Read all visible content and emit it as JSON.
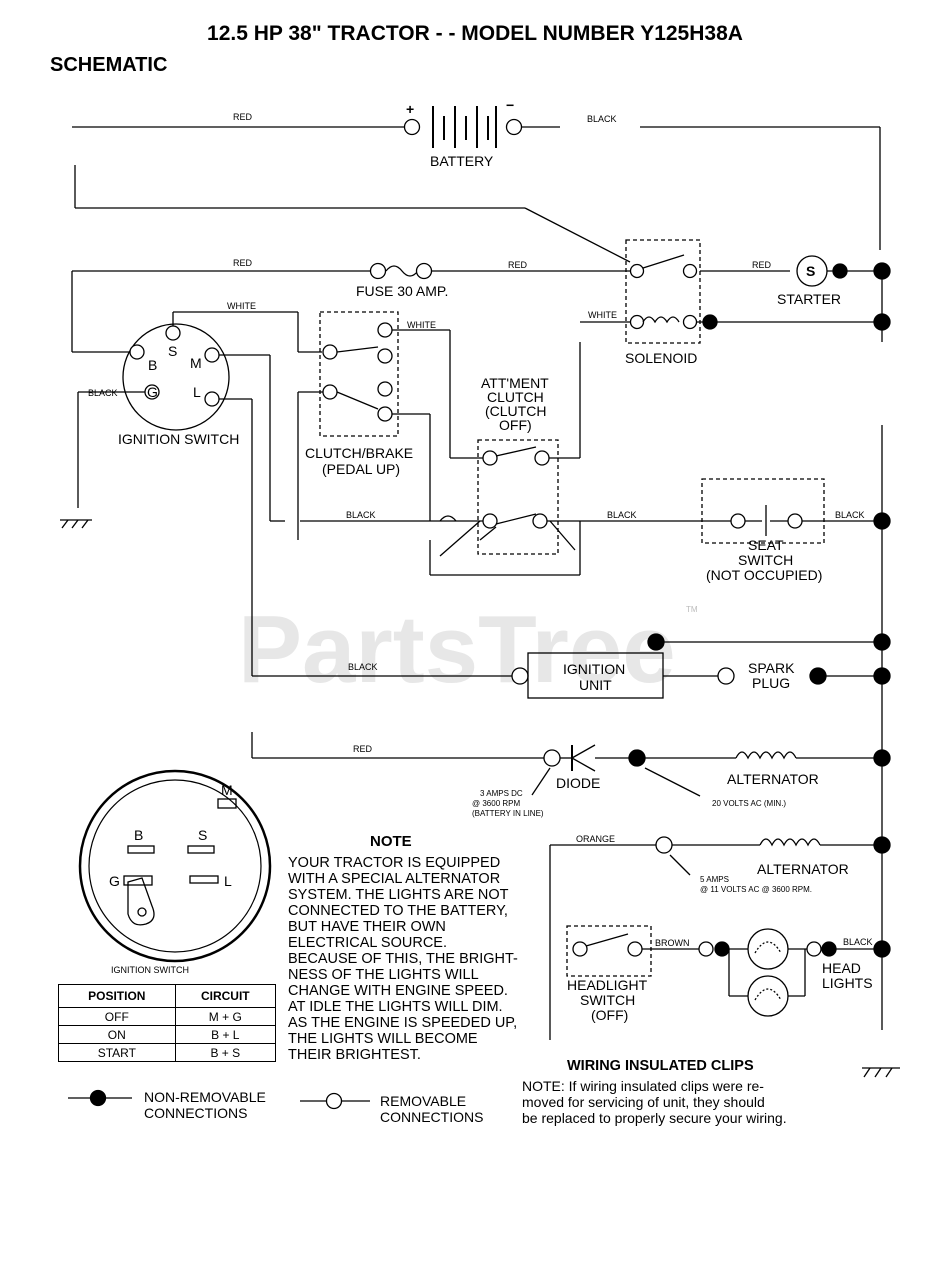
{
  "title": "12.5 HP 38\" TRACTOR - - MODEL NUMBER Y125H38A",
  "subtitle": "SCHEMATIC",
  "watermark": "PartsTree",
  "watermark_tm": "TM",
  "components": {
    "battery": "BATTERY",
    "battery_plus": "+",
    "battery_minus": "−",
    "fuse": "FUSE 30 AMP.",
    "starter": "STARTER",
    "starter_s": "S",
    "solenoid": "SOLENOID",
    "ignition_switch": "IGNITION SWITCH",
    "sw_s": "S",
    "sw_b": "B",
    "sw_m": "M",
    "sw_g": "G",
    "sw_l": "L",
    "clutch_brake_1": "CLUTCH/BRAKE",
    "clutch_brake_2": "(PEDAL UP)",
    "attment_1": "ATT'MENT",
    "attment_2": "CLUTCH",
    "attment_3": "(CLUTCH",
    "attment_4": "OFF)",
    "seat_1": "SEAT",
    "seat_2": "SWITCH",
    "seat_3": "(NOT OCCUPIED)",
    "ignition_unit_1": "IGNITION",
    "ignition_unit_2": "UNIT",
    "spark_1": "SPARK",
    "spark_2": "PLUG",
    "diode": "DIODE",
    "alternator": "ALTERNATOR",
    "alternator2": "ALTERNATOR",
    "headlight_1": "HEADLIGHT",
    "headlight_2": "SWITCH",
    "headlight_3": "(OFF)",
    "head_lights_1": "HEAD",
    "head_lights_2": "LIGHTS"
  },
  "wires": {
    "red1": "RED",
    "black1": "BLACK",
    "red2": "RED",
    "red3": "RED",
    "red4": "RED",
    "white1": "WHITE",
    "white2": "WHITE",
    "white3": "WHITE",
    "black2": "BLACK",
    "black3": "BLACK",
    "black4": "BLACK",
    "black5": "BLACK",
    "black6": "BLACK",
    "red5": "RED",
    "orange": "ORANGE",
    "brown": "BROWN",
    "black7": "BLACK"
  },
  "specs": {
    "diode_1": "3 AMPS DC",
    "diode_2": "@ 3600 RPM",
    "diode_3": "(BATTERY IN LINE)",
    "alt1": "20 VOLTS AC (MIN.)",
    "alt2_1": "5 AMPS",
    "alt2_2": "@ 11 VOLTS AC @ 3600 RPM."
  },
  "inset": {
    "m": "M",
    "b": "B",
    "s": "S",
    "g": "G",
    "l": "L",
    "caption": "IGNITION SWITCH"
  },
  "table": {
    "headers": [
      "POSITION",
      "CIRCUIT"
    ],
    "rows": [
      [
        "OFF",
        "M + G"
      ],
      [
        "ON",
        "B + L"
      ],
      [
        "START",
        "B + S"
      ]
    ]
  },
  "note": {
    "heading": "NOTE",
    "lines": [
      "YOUR TRACTOR IS EQUIPPED",
      "WITH A SPECIAL ALTERNATOR",
      "SYSTEM. THE LIGHTS ARE NOT",
      "CONNECTED TO THE BATTERY,",
      "BUT HAVE THEIR OWN",
      "ELECTRICAL SOURCE.",
      "BECAUSE OF THIS, THE BRIGHT-",
      "NESS OF THE LIGHTS WILL",
      "CHANGE WITH ENGINE SPEED.",
      "AT IDLE THE LIGHTS WILL DIM.",
      "AS THE ENGINE IS SPEEDED UP,",
      "THE LIGHTS WILL BECOME",
      "THEIR BRIGHTEST."
    ]
  },
  "clips": {
    "heading": "WIRING INSULATED CLIPS",
    "lines": [
      "NOTE: If wiring insulated clips were re-",
      "moved for servicing of unit, they should",
      "be replaced to properly secure your wiring."
    ]
  },
  "legend": {
    "nonremovable_1": "NON-REMOVABLE",
    "nonremovable_2": "CONNECTIONS",
    "removable_1": "REMOVABLE",
    "removable_2": "CONNECTIONS"
  }
}
